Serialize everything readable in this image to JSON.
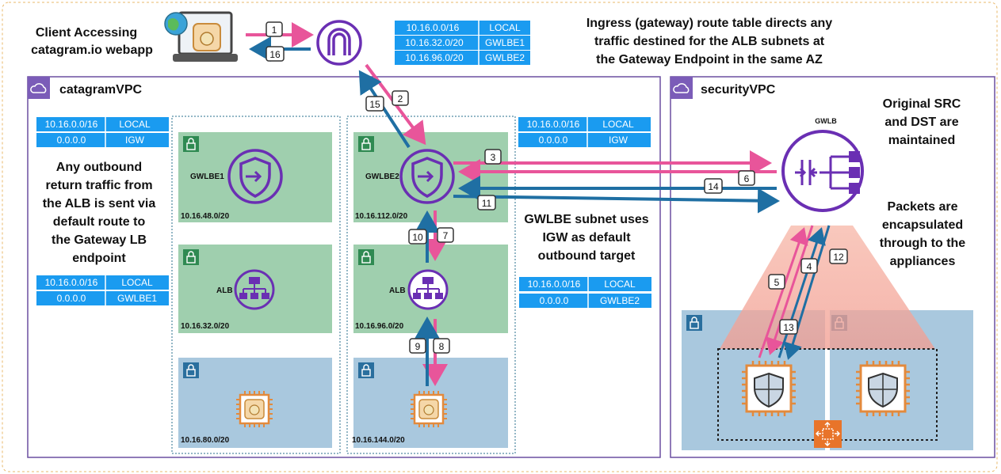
{
  "client": {
    "title_line1": "Client Accessing",
    "title_line2": "catagram.io webapp"
  },
  "ingress_note": {
    "line1": "Ingress (gateway) route table directs any",
    "line2": "traffic destined for the ALB subnets at",
    "line3": "the Gateway Endpoint in the same AZ"
  },
  "ingress_route_table": [
    {
      "dest": "10.16.0.0/16",
      "target": "LOCAL"
    },
    {
      "dest": "10.16.32.0/20",
      "target": "GWLBE1"
    },
    {
      "dest": "10.16.96.0/20",
      "target": "GWLBE2"
    }
  ],
  "catagram_vpc": {
    "label": "catagramVPC",
    "left_route_table_top": [
      {
        "dest": "10.16.0.0/16",
        "target": "LOCAL"
      },
      {
        "dest": "0.0.0.0",
        "target": "IGW"
      }
    ],
    "left_route_table_bottom": [
      {
        "dest": "10.16.0.0/16",
        "target": "LOCAL"
      },
      {
        "dest": "0.0.0.0",
        "target": "GWLBE1"
      }
    ],
    "note": {
      "line1": "Any outbound",
      "line2": "return traffic from",
      "line3": "the ALB is sent via",
      "line4": "default route to",
      "line5": "the Gateway LB",
      "line6": "endpoint"
    },
    "az1": {
      "gwlbe_label": "GWLBE1",
      "gwlbe_subnet": "10.16.48.0/20",
      "alb_label": "ALB",
      "alb_subnet": "10.16.32.0/20",
      "app_subnet": "10.16.80.0/20"
    },
    "az2": {
      "gwlbe_label": "GWLBE2",
      "gwlbe_subnet": "10.16.112.0/20",
      "alb_label": "ALB",
      "alb_subnet": "10.16.96.0/20",
      "app_subnet": "10.16.144.0/20"
    },
    "gwlbe_route_table": [
      {
        "dest": "10.16.0.0/16",
        "target": "LOCAL"
      },
      {
        "dest": "0.0.0.0",
        "target": "IGW"
      }
    ],
    "gwlbe_note": {
      "line1": "GWLBE subnet uses",
      "line2": "IGW as default",
      "line3": "outbound target"
    },
    "alb_route_table": [
      {
        "dest": "10.16.0.0/16",
        "target": "LOCAL"
      },
      {
        "dest": "0.0.0.0",
        "target": "GWLBE2"
      }
    ]
  },
  "security_vpc": {
    "label": "securityVPC",
    "gwlb_label": "GWLB",
    "note1": {
      "line1": "Original SRC",
      "line2": "and DST are",
      "line3": "maintained"
    },
    "note2": {
      "line1": "Packets are",
      "line2": "encapsulated",
      "line3": "through to the",
      "line4": "appliances"
    }
  },
  "steps": {
    "s1": "1",
    "s2": "2",
    "s3": "3",
    "s4": "4",
    "s5": "5",
    "s6": "6",
    "s7": "7",
    "s8": "8",
    "s9": "9",
    "s10": "10",
    "s11": "11",
    "s12": "12",
    "s13": "13",
    "s14": "14",
    "s15": "15",
    "s16": "16"
  },
  "colors": {
    "pink": "#e8559a",
    "blue": "#1f6fa3",
    "purple": "#6a2fb3",
    "table": "#1a9bf0",
    "green_subnet": "#9fcfae",
    "blue_subnet": "#a9c8de",
    "orange": "#e38a3c",
    "vpc_border": "#6b4fa0"
  }
}
